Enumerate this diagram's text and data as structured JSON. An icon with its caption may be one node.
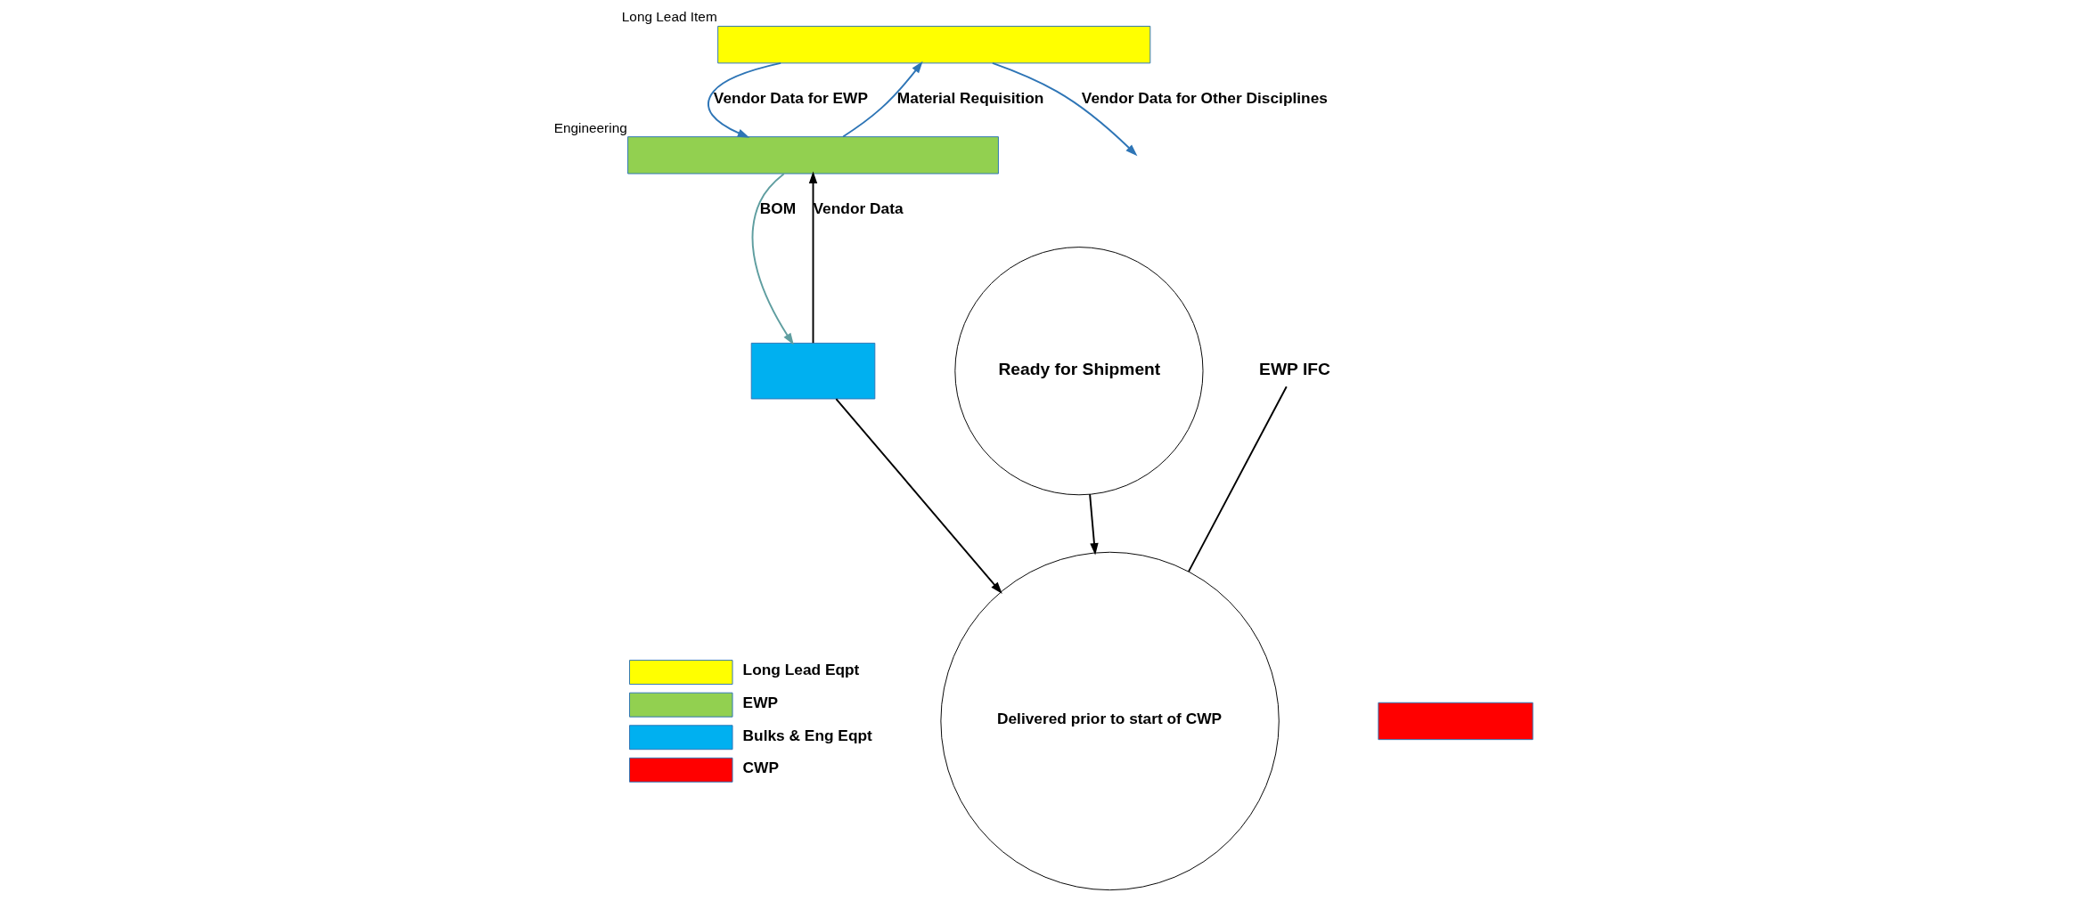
{
  "diagram": {
    "nodes": [
      {
        "text": [],
        "shape": "bar",
        "beside": [
          "Long Lead Item"
        ]
      },
      {
        "text": [
          "Ready for Shipment"
        ]
      },
      {
        "text": [],
        "shape": "bar",
        "beside": [
          "Engineering"
        ]
      },
      {
        "text": [
          "EWP IFC"
        ]
      },
      {
        "text": [],
        "shape": "box"
      },
      {
        "text": [
          "Delivered prior to start of CWP"
        ]
      },
      {
        "text": [],
        "shape": "bar"
      }
    ],
    "edges": [
      {
        "from": 2,
        "to": 0,
        "arrow": "to",
        "label": "Material Requisition",
        "color": "#2e75b6"
      },
      {
        "from": 0,
        "to": 2,
        "arrow": "to",
        "label": "Vendor Data for EWP",
        "color": "#2e75b6"
      },
      {
        "from": 0,
        "to": null,
        "arrow": "to",
        "label": "Vendor Data for Other Disciplines",
        "color": "#2e75b6"
      },
      {
        "from": 2,
        "to": 4,
        "arrow": "to",
        "label": "BOM",
        "color": "#5f9ea0"
      },
      {
        "from": 4,
        "to": 2,
        "arrow": "to",
        "label": "Vendor Data"
      },
      {
        "from": 1,
        "to": 5,
        "arrow": "to"
      },
      {
        "from": 4,
        "to": 5,
        "arrow": "to"
      },
      {
        "from": 3,
        "to": 5,
        "arrow": "none"
      }
    ],
    "legend": [
      {
        "text": "Long Lead Eqpt",
        "color": "#ffff00"
      },
      {
        "text": "EWP",
        "color": "#92d050"
      },
      {
        "text": "Bulks & Eng Eqpt",
        "color": "#00b0f0"
      },
      {
        "text": "CWP",
        "color": "#ff0000"
      }
    ]
  }
}
